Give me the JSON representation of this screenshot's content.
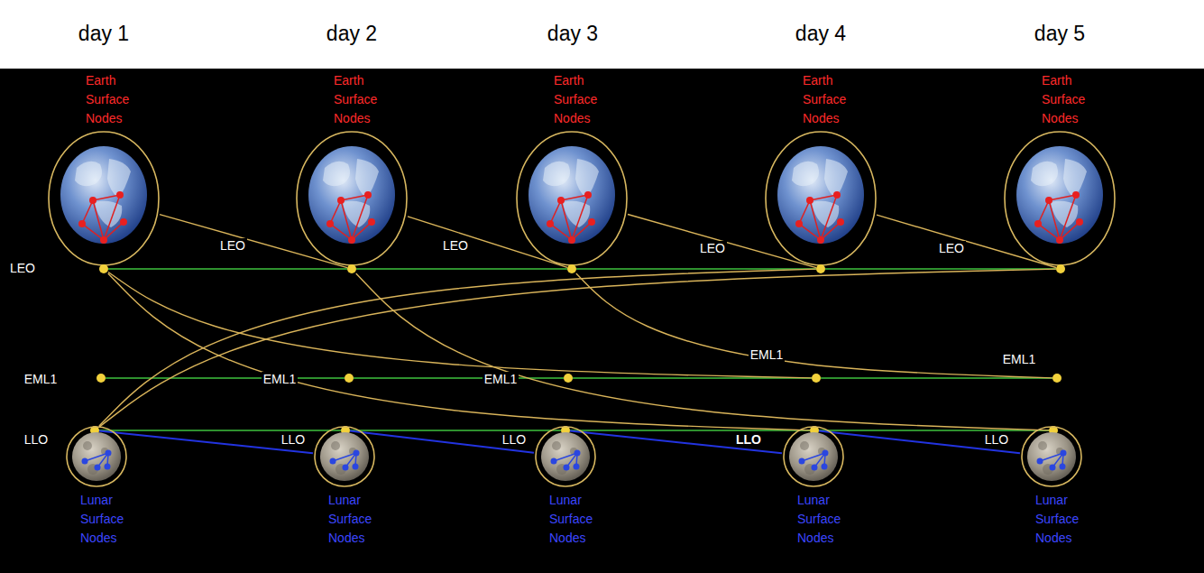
{
  "diagram": {
    "nodes": [
      {
        "text": [
          "Earth Surface Nodes"
        ]
      },
      {
        "text": [
          "Earth Surface Nodes"
        ]
      },
      {
        "text": [
          "Earth Surface Nodes"
        ]
      },
      {
        "text": [
          "Earth Surface Nodes"
        ]
      },
      {
        "text": [
          "Earth Surface Nodes"
        ]
      },
      {
        "text": [
          "LEO"
        ]
      },
      {
        "text": [
          "LEO"
        ]
      },
      {
        "text": [
          "LEO"
        ]
      },
      {
        "text": [
          "LEO"
        ]
      },
      {
        "text": [
          "LEO"
        ]
      },
      {
        "text": [
          "EML1"
        ]
      },
      {
        "text": [
          "EML1"
        ]
      },
      {
        "text": [
          "EML1"
        ]
      },
      {
        "text": [
          "EML1"
        ]
      },
      {
        "text": [
          "EML1"
        ]
      },
      {
        "text": [
          "LLO"
        ]
      },
      {
        "text": [
          "LLO"
        ]
      },
      {
        "text": [
          "LLO"
        ]
      },
      {
        "text": [
          "LLO"
        ]
      },
      {
        "text": [
          "LLO"
        ]
      },
      {
        "text": [
          "Lunar Surface Nodes"
        ]
      },
      {
        "text": [
          "Lunar Surface Nodes"
        ]
      },
      {
        "text": [
          "Lunar Surface Nodes"
        ]
      },
      {
        "text": [
          "Lunar Surface Nodes"
        ]
      },
      {
        "text": [
          "Lunar Surface Nodes"
        ]
      }
    ],
    "edges": [
      {
        "from": 5,
        "to": 6,
        "arrow": "none"
      },
      {
        "from": 6,
        "to": 7,
        "arrow": "none"
      },
      {
        "from": 7,
        "to": 8,
        "arrow": "none"
      },
      {
        "from": 8,
        "to": 9,
        "arrow": "none"
      },
      {
        "from": 10,
        "to": 11,
        "arrow": "none"
      },
      {
        "from": 11,
        "to": 12,
        "arrow": "none"
      },
      {
        "from": 12,
        "to": 13,
        "arrow": "none"
      },
      {
        "from": 13,
        "to": 14,
        "arrow": "none"
      },
      {
        "from": 15,
        "to": 16,
        "arrow": "none"
      },
      {
        "from": 16,
        "to": 17,
        "arrow": "none"
      },
      {
        "from": 17,
        "to": 18,
        "arrow": "none"
      },
      {
        "from": 18,
        "to": 19,
        "arrow": "none"
      },
      {
        "from": 0,
        "to": 6,
        "arrow": "none"
      },
      {
        "from": 1,
        "to": 7,
        "arrow": "none"
      },
      {
        "from": 2,
        "to": 8,
        "arrow": "none"
      },
      {
        "from": 3,
        "to": 9,
        "arrow": "none"
      },
      {
        "from": 5,
        "to": 18,
        "arrow": "none"
      },
      {
        "from": 5,
        "to": 13,
        "arrow": "none"
      },
      {
        "from": 6,
        "to": 19,
        "arrow": "none"
      },
      {
        "from": 7,
        "to": 14,
        "arrow": "none"
      },
      {
        "from": 15,
        "to": 8,
        "arrow": "none"
      },
      {
        "from": 15,
        "to": 9,
        "arrow": "none"
      },
      {
        "from": 15,
        "to": 21,
        "arrow": "none"
      },
      {
        "from": 16,
        "to": 22,
        "arrow": "none"
      },
      {
        "from": 17,
        "to": 23,
        "arrow": "none"
      },
      {
        "from": 18,
        "to": 24,
        "arrow": "none"
      }
    ],
    "labels": [
      "day 1",
      "day 2",
      "day 3",
      "day 4",
      "day 5"
    ]
  }
}
